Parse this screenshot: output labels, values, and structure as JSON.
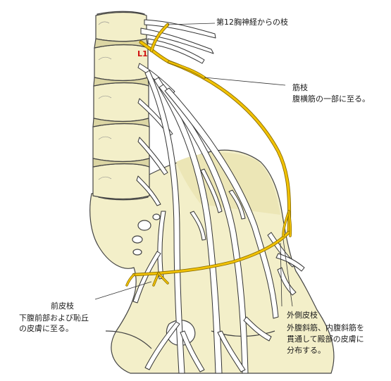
{
  "labels": {
    "l1": "L1",
    "t12_branch": "第12胸神経からの枝",
    "muscular_branch": "筋枝",
    "muscular_desc": "腹横筋の一部に至る。",
    "anterior_cutaneous": "前皮枝",
    "anterior_desc_1": "下腹前部および恥丘",
    "anterior_desc_2": "の皮膚に至る。",
    "lateral_cutaneous": "外側皮枝",
    "lateral_desc_1": "外腹斜筋、内腹斜筋を",
    "lateral_desc_2": "貫通して殿部の皮膚に",
    "lateral_desc_3": "分布する。"
  },
  "colors": {
    "bone": "#f3efc9",
    "bone_shadow": "#dcd6a4",
    "outline": "#333333",
    "nerve_highlight": "#f2c200",
    "nerve_white": "#ffffff",
    "label_red": "#d01010"
  }
}
